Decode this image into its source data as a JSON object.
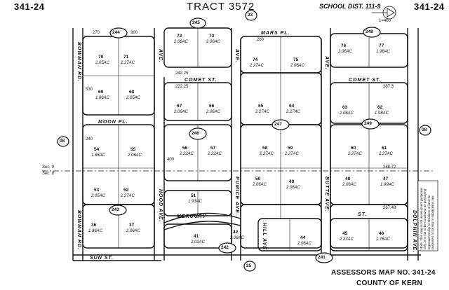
{
  "header": {
    "page_left": "341-24",
    "title": "TRACT 3572",
    "school_district": "SCHOOL DIST. 111-9",
    "page_right": "341-24",
    "north_scale": "1=400"
  },
  "footer": {
    "assessor_label": "ASSESSORS MAP NO. 341-24",
    "county_label": "COUNTY OF KERN"
  },
  "section_lines": {
    "upper": "Sec. 9",
    "lower": "Sec. 8"
  },
  "note": "Note: This map is for assessment purposes only. It is not to be construed as portraying legal ownership or divisions of land for purposes of zoning or subdivision law.",
  "streets": {
    "mars": "MARS PL.",
    "comet_west": "COMET ST.",
    "comet_east": "COMET ST.",
    "moon": "MOON PL.",
    "mercury": "MERCURY",
    "sun": "SUN ST.",
    "st_south": "ST.",
    "bowman": "BOWMAN RD.",
    "ave_west": "AVE.",
    "hood": "HOOD AVE.",
    "ave_mid": "AVE.",
    "pumice": "PUMICE AVE.",
    "ave_east": "AVE.",
    "butte": "BUTTE AVE.",
    "dolphin": "DOLPHIN AVE.",
    "hill": "HILL AVE."
  },
  "blocks": [
    "244",
    "245",
    "23",
    "248",
    "246",
    "247",
    "249",
    "08",
    "08",
    "243",
    "242",
    "241",
    "25"
  ],
  "parcels": [
    {
      "no": "70",
      "acres": "2.05AC"
    },
    {
      "no": "71",
      "acres": "2.27AC"
    },
    {
      "no": "69",
      "acres": "1.86AC"
    },
    {
      "no": "68",
      "acres": "2.05AC"
    },
    {
      "no": "72",
      "acres": "2.06AC"
    },
    {
      "no": "73",
      "acres": "2.06AC"
    },
    {
      "no": "74",
      "acres": "2.27AC"
    },
    {
      "no": "75",
      "acres": "2.06AC"
    },
    {
      "no": "76",
      "acres": "2.06AC"
    },
    {
      "no": "77",
      "acres": "1.98AC"
    },
    {
      "no": "67",
      "acres": "2.06AC"
    },
    {
      "no": "66",
      "acres": "2.06AC"
    },
    {
      "no": "65",
      "acres": "2.27AC"
    },
    {
      "no": "64",
      "acres": "2.27AC"
    },
    {
      "no": "63",
      "acres": "2.06AC"
    },
    {
      "no": "62",
      "acres": "1.98AC"
    },
    {
      "no": "54",
      "acres": "1.86AC"
    },
    {
      "no": "55",
      "acres": "2.06AC"
    },
    {
      "no": "56",
      "acres": "2.22AC"
    },
    {
      "no": "57",
      "acres": "2.22AC"
    },
    {
      "no": "58",
      "acres": "2.27AC"
    },
    {
      "no": "59",
      "acres": "2.27AC"
    },
    {
      "no": "60",
      "acres": "2.27AC"
    },
    {
      "no": "61",
      "acres": "2.27AC"
    },
    {
      "no": "53",
      "acres": "2.05AC"
    },
    {
      "no": "52",
      "acres": "2.27AC"
    },
    {
      "no": "51",
      "acres": "1.93AC"
    },
    {
      "no": "50",
      "acres": "2.06AC"
    },
    {
      "no": "49",
      "acres": "2.06AC"
    },
    {
      "no": "48",
      "acres": "2.06AC"
    },
    {
      "no": "47",
      "acres": "1.99AC"
    },
    {
      "no": "36",
      "acres": "1.86AC"
    },
    {
      "no": "37",
      "acres": "2.06AC"
    },
    {
      "no": "41",
      "acres": "2.02AC"
    },
    {
      "no": "42",
      "acres": "2.06AC"
    },
    {
      "no": "44",
      "acres": "2.06AC"
    },
    {
      "no": "45",
      "acres": "2.27AC"
    },
    {
      "no": "46",
      "acres": "1.76AC"
    }
  ],
  "dims": {
    "d270": "270",
    "d300": "300",
    "d330": "330",
    "d280": "280",
    "d240": "240",
    "d400": "400",
    "d242": "242.25",
    "d222": "222.25",
    "d287": "287.3",
    "d288": "288.72",
    "d267": "267.48"
  }
}
